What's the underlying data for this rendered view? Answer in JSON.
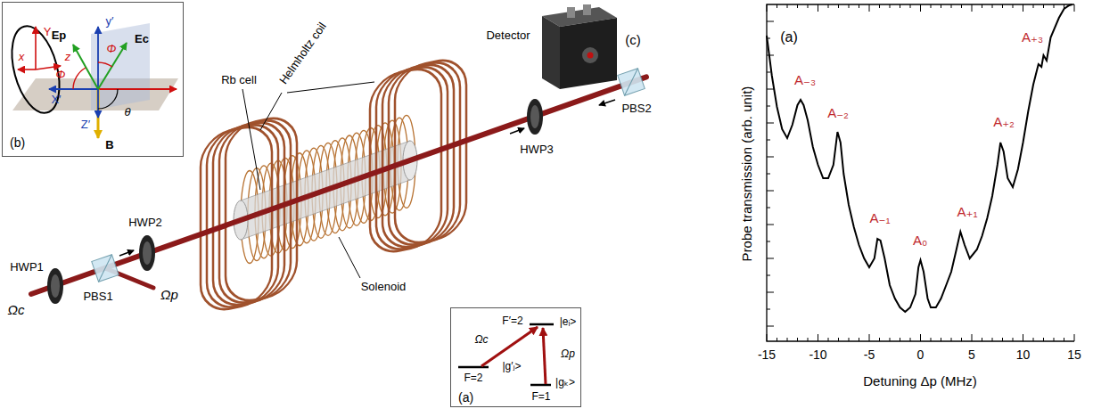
{
  "diagram": {
    "nodes": [
      {
        "text": [
          "(b)"
        ]
      },
      {
        "text": [
          "(a)"
        ]
      }
    ],
    "labels": [
      "HWP1",
      "PBS1",
      "HWP2",
      "Ωc",
      "Ωp",
      "Rb cell",
      "Helmholtz coil",
      "Solenoid",
      "HWP3",
      "Detector",
      "PBS2",
      "(c)",
      "Y",
      "x",
      "z",
      "X′",
      "y′",
      "Z′",
      "B",
      "Ep",
      "Ec",
      "Φ",
      "Φ",
      "θ",
      "F′=2",
      "|eᵢ>",
      "Ωc",
      "Ωp",
      "F=2",
      "|g′ⱼ>",
      "F=1",
      "|gₖ>",
      "(a)",
      "A₋₃",
      "A₋₂",
      "A₋₁",
      "A₀",
      "A₊₁",
      "A₊₂",
      "A₊₃",
      "Probe transmission (arb. unit)",
      "-15",
      "-10",
      "-5",
      "0",
      "5",
      "10",
      "15",
      "Detuning Δp (MHz)"
    ]
  }
}
